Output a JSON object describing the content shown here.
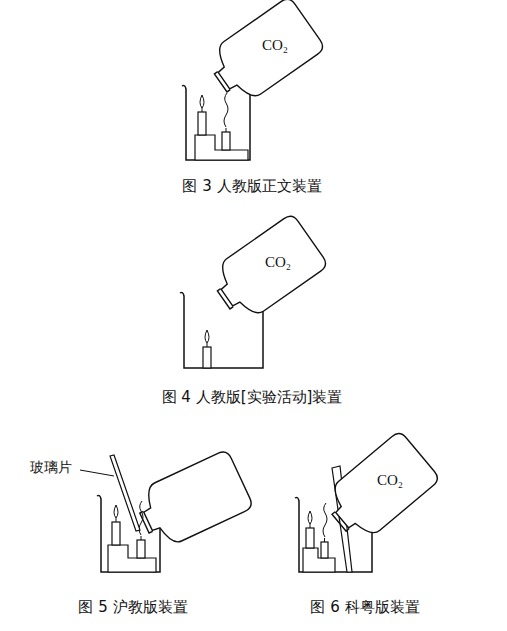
{
  "diagram": {
    "labels": [
      "CO₂",
      "图 3 人教版正文装置",
      "CO₂",
      "图 4 人教版[实验活动]装置",
      "玻璃片",
      "图 5 沪教版装置",
      "CO₂",
      "图 6 科粤版装置"
    ]
  }
}
